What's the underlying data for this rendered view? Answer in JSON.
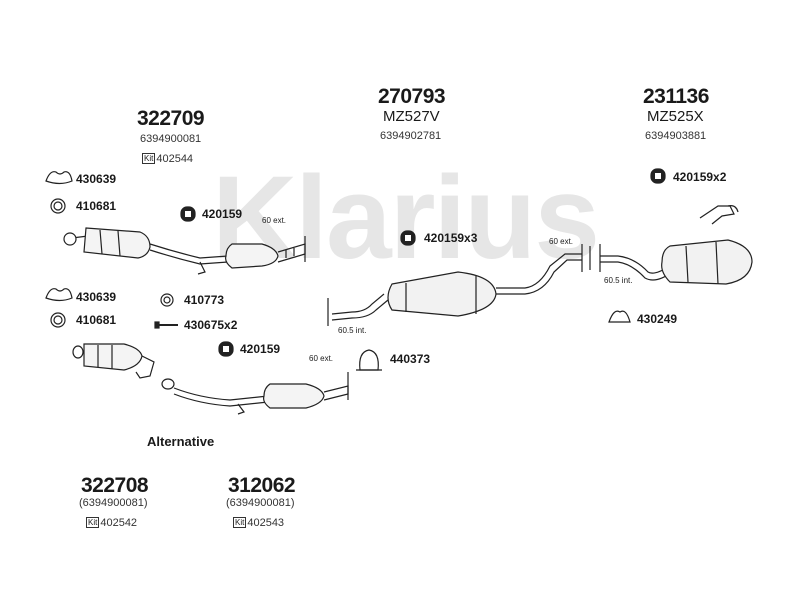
{
  "watermark": "Klarius",
  "groups": {
    "front_main": {
      "part": "322709",
      "oem": "6394900081",
      "kit_box": "Kit",
      "kit": "402544"
    },
    "middle": {
      "part": "270793",
      "sub": "MZ527V",
      "oem": "6394902781"
    },
    "rear": {
      "part": "231136",
      "sub": "MZ525X",
      "oem": "6394903881"
    },
    "alt_front": {
      "part": "322708",
      "oem": "(6394900081)",
      "kit_box": "Kit",
      "kit": "402542"
    },
    "alt_cat": {
      "part": "312062",
      "oem": "(6394900081)",
      "kit_box": "Kit",
      "kit": "402543"
    }
  },
  "alternative_label": "Alternative",
  "fittings": {
    "a430639": "430639",
    "a410681": "410681",
    "b420159": "420159",
    "c430639": "430639",
    "c410681": "410681",
    "d410773": "410773",
    "d430675": "430675x2",
    "e420159": "420159",
    "m420159x3": "420159x3",
    "n440373": "440373",
    "r420159x2": "420159x2",
    "r430249": "430249"
  },
  "dimensions": {
    "d60ext_front": "60 ext.",
    "d60ext_alt": "60 ext.",
    "d60ext_mid": "60 ext.",
    "d605int_mid": "60.5 int.",
    "d605int_rear": "60.5 int."
  }
}
